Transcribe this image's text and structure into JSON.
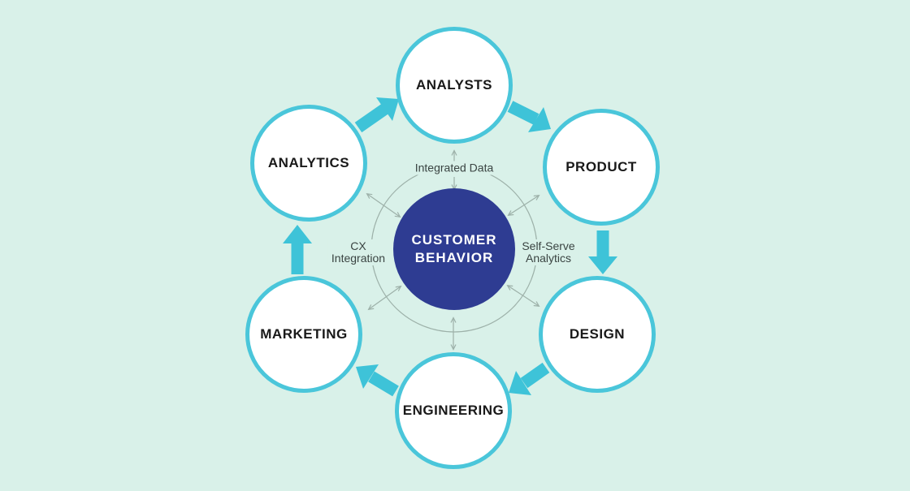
{
  "diagram": {
    "center": {
      "line1": "CUSTOMER",
      "line2": "BEHAVIOR"
    },
    "nodes": [
      {
        "id": "analysts",
        "label": "ANALYSTS"
      },
      {
        "id": "product",
        "label": "PRODUCT"
      },
      {
        "id": "design",
        "label": "DESIGN"
      },
      {
        "id": "engineering",
        "label": "ENGINEERING"
      },
      {
        "id": "marketing",
        "label": "MARKETING"
      },
      {
        "id": "analytics",
        "label": "ANALYTICS"
      }
    ],
    "spokes": {
      "top": {
        "text": "Integrated Data"
      },
      "right": {
        "line1": "Self-Serve",
        "line2": "Analytics"
      },
      "left": {
        "line1": "CX",
        "line2": "Integration"
      }
    }
  },
  "colors": {
    "bg": "#d9f1e9",
    "cyan": "#3ec3d8",
    "ring": "#4ac6da",
    "blue": "#2e3c92",
    "ink": "#191919",
    "label": "#3a4442",
    "thin": "#9db1a9",
    "node-bg": "#ffffff"
  }
}
